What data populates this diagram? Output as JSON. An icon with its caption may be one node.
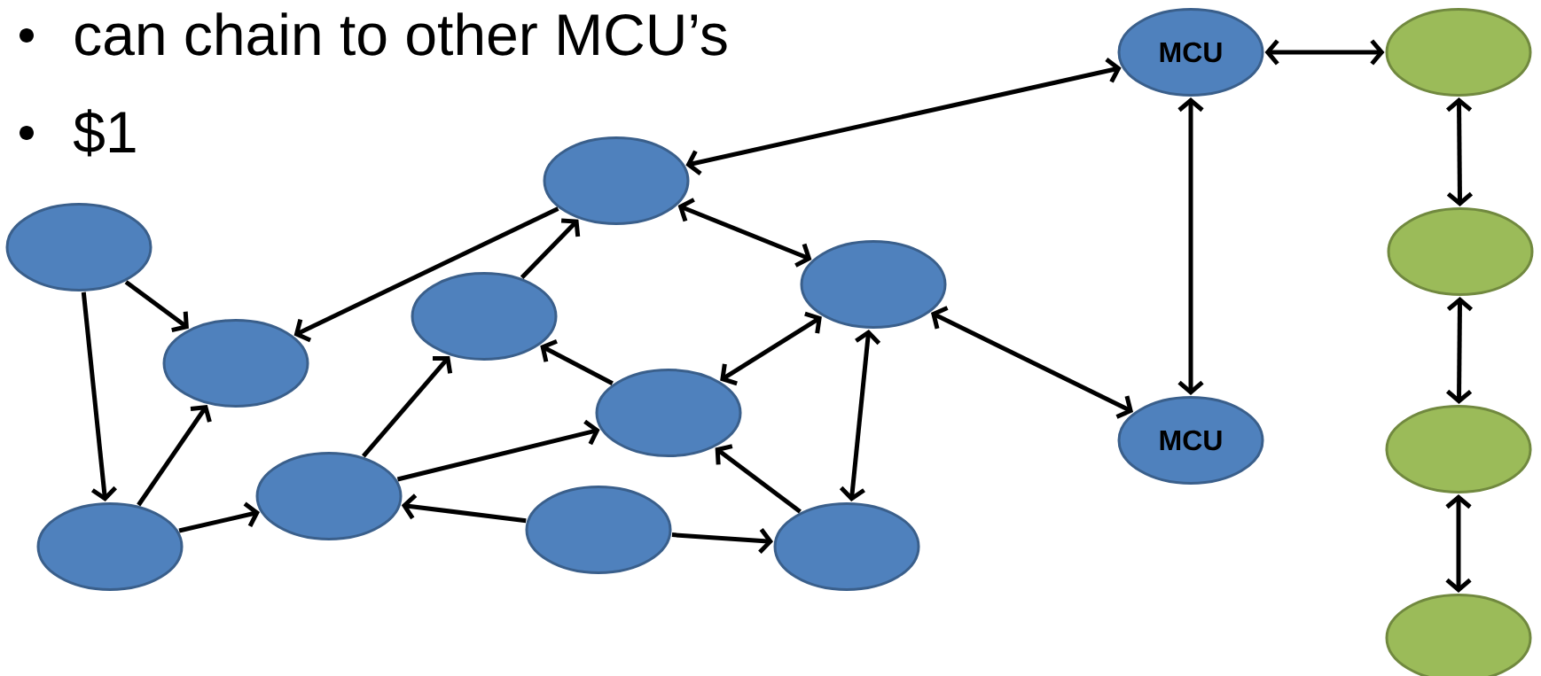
{
  "diagram": {
    "nodes": [
      {
        "text": [
          "MCU"
        ]
      },
      {
        "text": [],
        "shape": "ellipse"
      },
      {
        "text": [],
        "shape": "ellipse"
      },
      {
        "text": [],
        "shape": "ellipse"
      },
      {
        "text": [],
        "shape": "ellipse"
      },
      {
        "text": [],
        "shape": "ellipse"
      },
      {
        "text": [],
        "shape": "ellipse"
      },
      {
        "text": [],
        "shape": "ellipse"
      },
      {
        "text": [],
        "shape": "ellipse"
      },
      {
        "text": [
          "MCU"
        ]
      },
      {
        "text": [],
        "shape": "ellipse"
      },
      {
        "text": [],
        "shape": "ellipse"
      },
      {
        "text": [],
        "shape": "ellipse"
      },
      {
        "text": [],
        "shape": "ellipse"
      },
      {
        "text": [],
        "shape": "ellipse"
      },
      {
        "text": [],
        "shape": "ellipse"
      }
    ],
    "edges": [
      {
        "from": 2,
        "to": 0,
        "arrow": "both"
      },
      {
        "from": 2,
        "to": 7,
        "arrow": "to"
      },
      {
        "from": 2,
        "to": 5,
        "arrow": "both"
      },
      {
        "from": 3,
        "to": 7,
        "arrow": "to"
      },
      {
        "from": 3,
        "to": 13,
        "arrow": "to"
      },
      {
        "from": 13,
        "to": 7,
        "arrow": "to"
      },
      {
        "from": 13,
        "to": 11,
        "arrow": "to"
      },
      {
        "from": 11,
        "to": 6,
        "arrow": "to"
      },
      {
        "from": 6,
        "to": 2,
        "arrow": "to"
      },
      {
        "from": 8,
        "to": 6,
        "arrow": "to"
      },
      {
        "from": 8,
        "to": 5,
        "arrow": "both"
      },
      {
        "from": 11,
        "to": 8,
        "arrow": "to"
      },
      {
        "from": 12,
        "to": 11,
        "arrow": "to"
      },
      {
        "from": 12,
        "to": 14,
        "arrow": "to"
      },
      {
        "from": 14,
        "to": 8,
        "arrow": "to"
      },
      {
        "from": 5,
        "to": 14,
        "arrow": "both"
      },
      {
        "from": 5,
        "to": 9,
        "arrow": "both"
      },
      {
        "from": 0,
        "to": 9,
        "arrow": "both"
      },
      {
        "from": 0,
        "to": 1,
        "arrow": "both"
      },
      {
        "from": 1,
        "to": 4,
        "arrow": "both"
      },
      {
        "from": 4,
        "to": 10,
        "arrow": "both"
      },
      {
        "from": 10,
        "to": 15,
        "arrow": "both"
      }
    ],
    "labels": [
      "can chain to other MCU’s",
      "$1"
    ]
  }
}
